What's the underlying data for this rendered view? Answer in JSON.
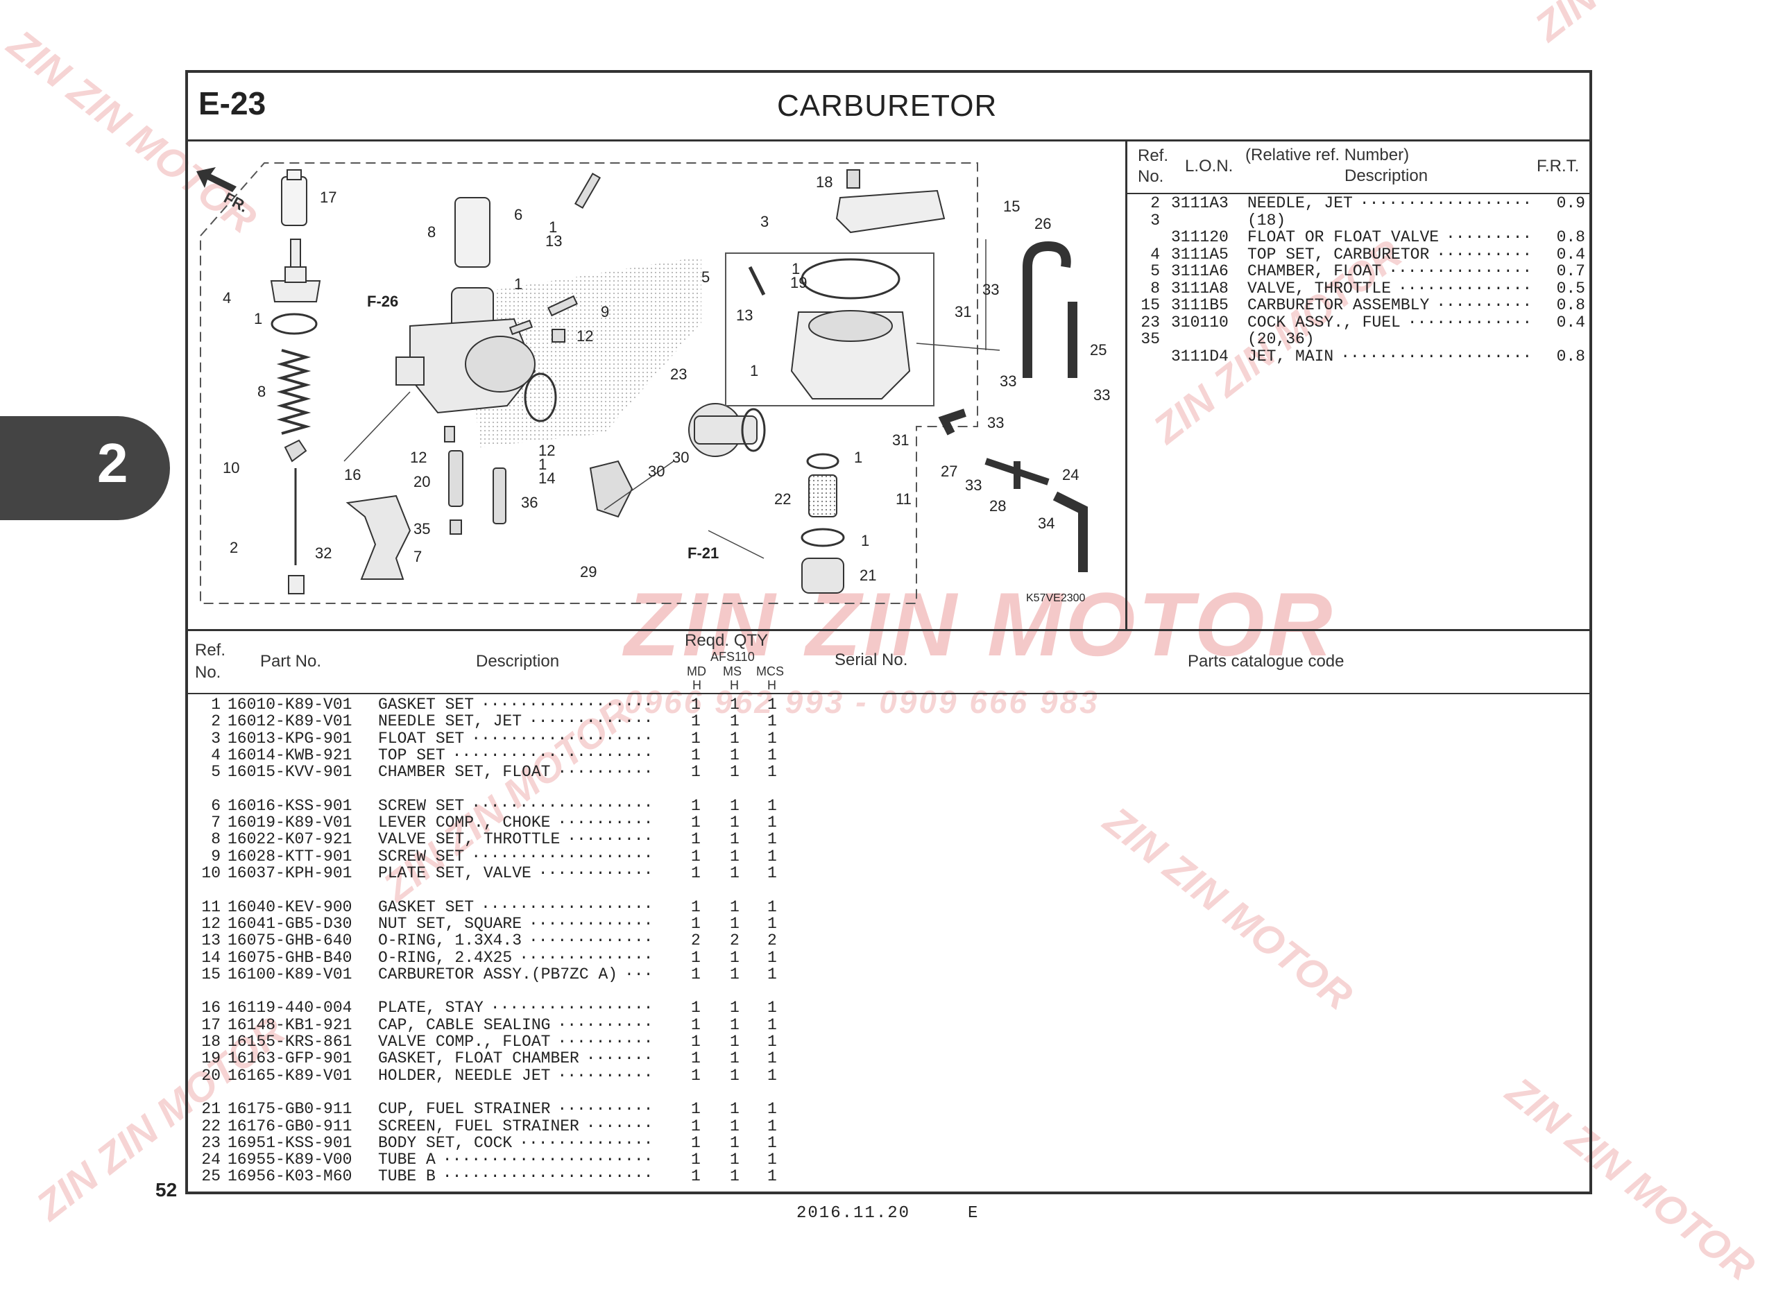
{
  "page": {
    "section_code": "E-23",
    "title": "CARBURETOR",
    "tab_number": "2",
    "page_number": "52",
    "footer_date": "2016.11.20",
    "footer_code": "E"
  },
  "watermark": {
    "text": "ZIN ZIN MOTOR",
    "phone": "0966 962 993 - 0909 666 983"
  },
  "diagram": {
    "direction_label": "FR.",
    "figure_code": "K57VE2300",
    "refs": [
      "F-26",
      "F-21"
    ],
    "callouts": [
      "17",
      "4",
      "1",
      "8",
      "10",
      "2",
      "16",
      "32",
      "7",
      "12",
      "20",
      "35",
      "36",
      "8",
      "6",
      "1",
      "13",
      "1",
      "9",
      "12",
      "14",
      "1",
      "12",
      "23",
      "30",
      "30",
      "29",
      "1",
      "5",
      "13",
      "19",
      "1",
      "3",
      "18",
      "15",
      "31",
      "31",
      "22",
      "1",
      "11",
      "1",
      "21",
      "26",
      "33",
      "25",
      "33",
      "33",
      "33",
      "27",
      "33",
      "28",
      "34",
      "24"
    ]
  },
  "lon_table": {
    "headers": {
      "ref_no": "Ref.\nNo.",
      "lon": "L.O.N.",
      "relative": "(Relative ref. Number)",
      "description": "Description",
      "frt": "F.R.T."
    },
    "rows": [
      {
        "ref": "2",
        "lon": "3111A3",
        "desc": "NEEDLE, JET",
        "frt": "0.9"
      },
      {
        "ref": "3",
        "lon": "",
        "desc": "(18)",
        "frt": ""
      },
      {
        "ref": "",
        "lon": "311120",
        "desc": "FLOAT OR FLOAT VALVE",
        "frt": "0.8"
      },
      {
        "ref": "4",
        "lon": "3111A5",
        "desc": "TOP SET, CARBURETOR",
        "frt": "0.4"
      },
      {
        "ref": "5",
        "lon": "3111A6",
        "desc": "CHAMBER, FLOAT",
        "frt": "0.7"
      },
      {
        "ref": "8",
        "lon": "3111A8",
        "desc": "VALVE, THROTTLE",
        "frt": "0.5"
      },
      {
        "ref": "15",
        "lon": "3111B5",
        "desc": "CARBURETOR ASSEMBLY",
        "frt": "0.8"
      },
      {
        "ref": "23",
        "lon": "310110",
        "desc": "COCK ASSY., FUEL",
        "frt": "0.4"
      },
      {
        "ref": "35",
        "lon": "",
        "desc": "(20,36)",
        "frt": ""
      },
      {
        "ref": "",
        "lon": "3111D4",
        "desc": "JET, MAIN",
        "frt": "0.8"
      }
    ]
  },
  "parts_table": {
    "headers": {
      "ref_no": "Ref.\nNo.",
      "part_no": "Part No.",
      "description": "Description",
      "reqd_qty": "Reqd. QTY",
      "model": "AFS110",
      "variants": [
        "MD",
        "MS",
        "MCS"
      ],
      "variant_sub": [
        "H",
        "H",
        "H"
      ],
      "serial_no": "Serial No.",
      "catalogue_code": "Parts catalogue code"
    },
    "rows": [
      {
        "ref": "1",
        "part": "16010-K89-V01",
        "desc": "GASKET SET",
        "md": "1",
        "ms": "1",
        "mcs": "1"
      },
      {
        "ref": "2",
        "part": "16012-K89-V01",
        "desc": "NEEDLE SET, JET",
        "md": "1",
        "ms": "1",
        "mcs": "1"
      },
      {
        "ref": "3",
        "part": "16013-KPG-901",
        "desc": "FLOAT SET",
        "md": "1",
        "ms": "1",
        "mcs": "1"
      },
      {
        "ref": "4",
        "part": "16014-KWB-921",
        "desc": "TOP SET",
        "md": "1",
        "ms": "1",
        "mcs": "1"
      },
      {
        "ref": "5",
        "part": "16015-KVV-901",
        "desc": "CHAMBER SET, FLOAT",
        "md": "1",
        "ms": "1",
        "mcs": "1"
      },
      {
        "ref": "6",
        "part": "16016-KSS-901",
        "desc": "SCREW SET",
        "md": "1",
        "ms": "1",
        "mcs": "1"
      },
      {
        "ref": "7",
        "part": "16019-K89-V01",
        "desc": "LEVER COMP., CHOKE",
        "md": "1",
        "ms": "1",
        "mcs": "1"
      },
      {
        "ref": "8",
        "part": "16022-K07-921",
        "desc": "VALVE SET, THROTTLE",
        "md": "1",
        "ms": "1",
        "mcs": "1"
      },
      {
        "ref": "9",
        "part": "16028-KTT-901",
        "desc": "SCREW SET",
        "md": "1",
        "ms": "1",
        "mcs": "1"
      },
      {
        "ref": "10",
        "part": "16037-KPH-901",
        "desc": "PLATE SET, VALVE",
        "md": "1",
        "ms": "1",
        "mcs": "1"
      },
      {
        "ref": "11",
        "part": "16040-KEV-900",
        "desc": "GASKET SET",
        "md": "1",
        "ms": "1",
        "mcs": "1"
      },
      {
        "ref": "12",
        "part": "16041-GB5-D30",
        "desc": "NUT SET, SQUARE",
        "md": "1",
        "ms": "1",
        "mcs": "1"
      },
      {
        "ref": "13",
        "part": "16075-GHB-640",
        "desc": "O-RING, 1.3X4.3",
        "md": "2",
        "ms": "2",
        "mcs": "2"
      },
      {
        "ref": "14",
        "part": "16075-GHB-B40",
        "desc": "O-RING, 2.4X25",
        "md": "1",
        "ms": "1",
        "mcs": "1"
      },
      {
        "ref": "15",
        "part": "16100-K89-V01",
        "desc": "CARBURETOR ASSY.(PB7ZC A)",
        "md": "1",
        "ms": "1",
        "mcs": "1"
      },
      {
        "ref": "16",
        "part": "16119-440-004",
        "desc": "PLATE, STAY",
        "md": "1",
        "ms": "1",
        "mcs": "1"
      },
      {
        "ref": "17",
        "part": "16148-KB1-921",
        "desc": "CAP, CABLE SEALING",
        "md": "1",
        "ms": "1",
        "mcs": "1"
      },
      {
        "ref": "18",
        "part": "16155-KRS-861",
        "desc": "VALVE COMP., FLOAT",
        "md": "1",
        "ms": "1",
        "mcs": "1"
      },
      {
        "ref": "19",
        "part": "16163-GFP-901",
        "desc": "GASKET, FLOAT CHAMBER",
        "md": "1",
        "ms": "1",
        "mcs": "1"
      },
      {
        "ref": "20",
        "part": "16165-K89-V01",
        "desc": "HOLDER, NEEDLE JET",
        "md": "1",
        "ms": "1",
        "mcs": "1"
      },
      {
        "ref": "21",
        "part": "16175-GB0-911",
        "desc": "CUP, FUEL STRAINER",
        "md": "1",
        "ms": "1",
        "mcs": "1"
      },
      {
        "ref": "22",
        "part": "16176-GB0-911",
        "desc": "SCREEN, FUEL STRAINER",
        "md": "1",
        "ms": "1",
        "mcs": "1"
      },
      {
        "ref": "23",
        "part": "16951-KSS-901",
        "desc": "BODY SET, COCK",
        "md": "1",
        "ms": "1",
        "mcs": "1"
      },
      {
        "ref": "24",
        "part": "16955-K89-V00",
        "desc": "TUBE A",
        "md": "1",
        "ms": "1",
        "mcs": "1"
      },
      {
        "ref": "25",
        "part": "16956-K03-M60",
        "desc": "TUBE B",
        "md": "1",
        "ms": "1",
        "mcs": "1"
      }
    ]
  }
}
